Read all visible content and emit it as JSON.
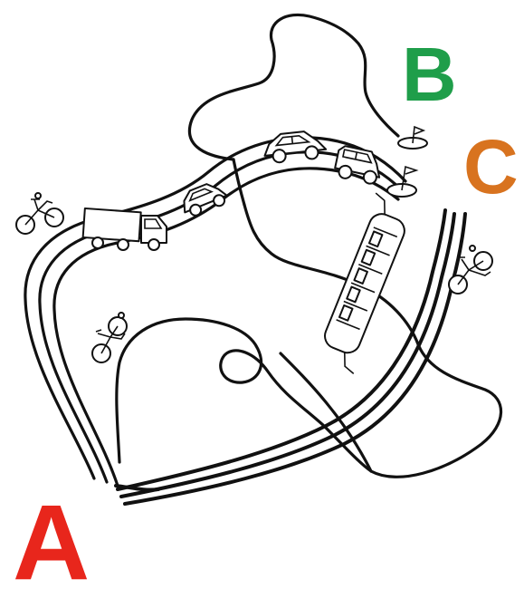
{
  "labels": {
    "a": "A",
    "b": "B",
    "c": "C"
  },
  "colors": {
    "a": "#e8261c",
    "b": "#1f9e4a",
    "c": "#d8731f",
    "ink": "#111111"
  },
  "icons": [
    "bicycle-icon",
    "truck-icon",
    "car-icon",
    "van-icon",
    "bus-icon",
    "flag-icon"
  ]
}
